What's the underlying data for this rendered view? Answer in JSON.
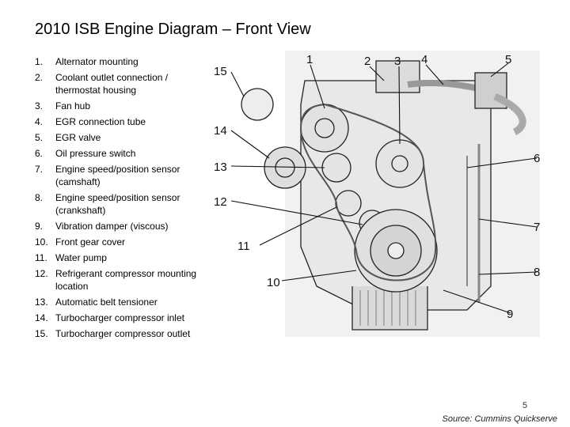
{
  "slide": {
    "title": "2010 ISB Engine Diagram – Front View",
    "page_number": "5",
    "source": "Source: Cummins Quickserve"
  },
  "parts": [
    {
      "num": "1.",
      "label": "Alternator mounting"
    },
    {
      "num": "2.",
      "label": "Coolant outlet connection / thermostat housing"
    },
    {
      "num": "3.",
      "label": "Fan hub"
    },
    {
      "num": "4.",
      "label": "EGR connection tube"
    },
    {
      "num": "5.",
      "label": "EGR valve"
    },
    {
      "num": "6.",
      "label": "Oil pressure switch"
    },
    {
      "num": "7.",
      "label": "Engine speed/position sensor (camshaft)"
    },
    {
      "num": "8.",
      "label": "Engine speed/position sensor (crankshaft)"
    },
    {
      "num": "9.",
      "label": "Vibration damper (viscous)"
    },
    {
      "num": "10.",
      "label": "Front gear cover"
    },
    {
      "num": "11.",
      "label": "Water pump"
    },
    {
      "num": "12.",
      "label": "Refrigerant compressor mounting location"
    },
    {
      "num": "13.",
      "label": "Automatic belt tensioner"
    },
    {
      "num": "14.",
      "label": "Turbocharger compressor inlet"
    },
    {
      "num": "15.",
      "label": "Turbocharger compressor outlet"
    }
  ],
  "callouts": [
    "1",
    "2",
    "3",
    "4",
    "5",
    "6",
    "7",
    "8",
    "9",
    "10",
    "11",
    "12",
    "13",
    "14",
    "15"
  ]
}
